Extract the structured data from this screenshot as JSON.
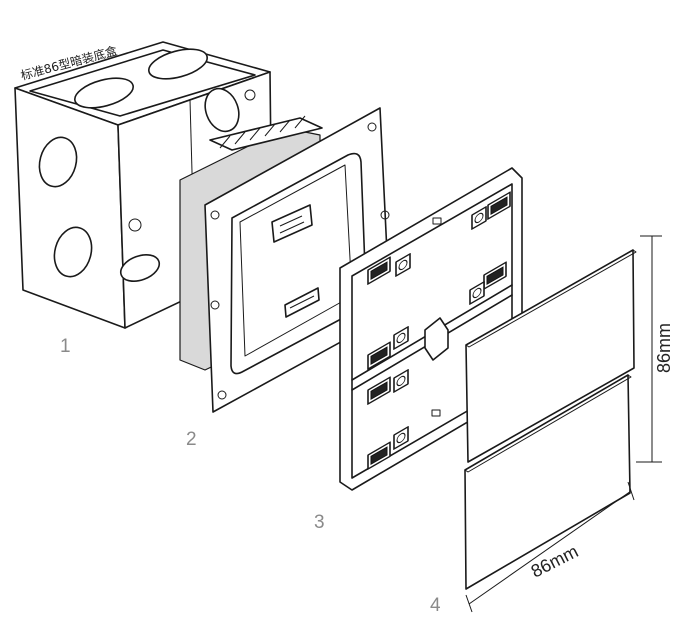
{
  "box_label": "标准86型暗装底盒",
  "part_labels": [
    "1",
    "2",
    "3",
    "4"
  ],
  "dimensions": {
    "height": "86mm",
    "width": "86mm"
  }
}
